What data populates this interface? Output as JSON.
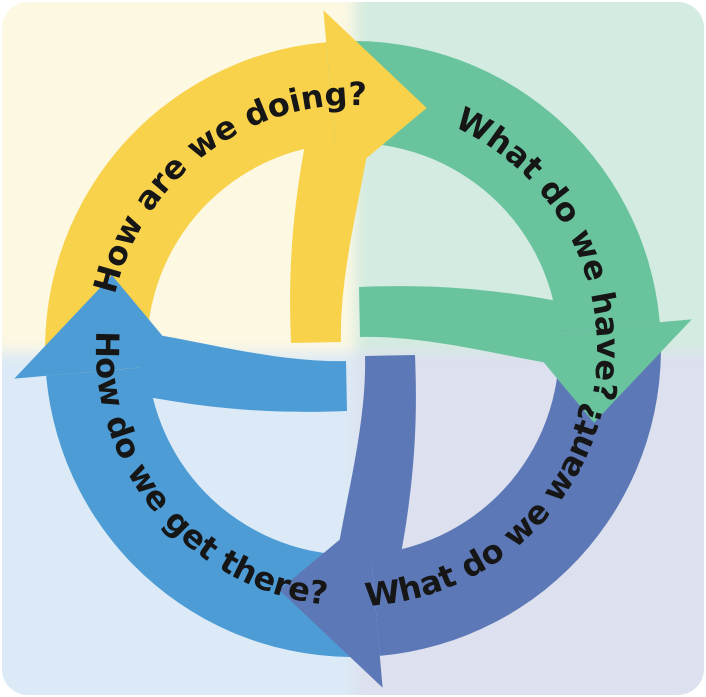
{
  "diagram": {
    "type": "cycle",
    "direction": "clockwise",
    "text_color": "#161616"
  },
  "steps": [
    {
      "label": "How are we doing?",
      "color": "#F8D24B"
    },
    {
      "label": "What do we have?",
      "color": "#69C49E"
    },
    {
      "label": "What do we want?",
      "color": "#5D78B6"
    },
    {
      "label": "How do we get there?",
      "color": "#4E9CD6"
    }
  ],
  "background": {
    "quadrants": [
      {
        "position": "top-left",
        "color": "#FDF8E2"
      },
      {
        "position": "top-right",
        "color": "#D3EBE0"
      },
      {
        "position": "bottom-right",
        "color": "#DDE0EE"
      },
      {
        "position": "bottom-left",
        "color": "#DBEAF6"
      }
    ]
  }
}
